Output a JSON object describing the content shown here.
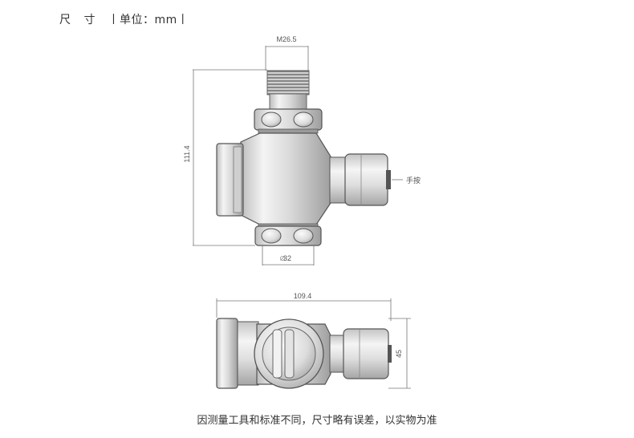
{
  "header": {
    "title": "尺 寸",
    "unit": "丨单位：mm丨"
  },
  "dimensions": {
    "thread": "M26.5",
    "height": "111.4",
    "manual_label": "手按",
    "diameter": "32",
    "width": "109.4",
    "depth": "45"
  },
  "footer": {
    "note": "因测量工具和标准不同，尺寸略有误差，以实物为准"
  }
}
